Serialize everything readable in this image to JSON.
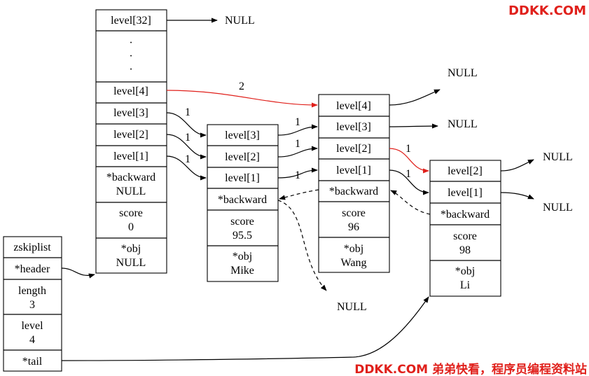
{
  "colors": {
    "line": "#000000",
    "highlight": "#e0201b",
    "watermark": "#e0201b"
  },
  "header_node": {
    "level32": "level[32]",
    "dots": "·",
    "level4": "level[4]",
    "level3": "level[3]",
    "level2": "level[2]",
    "level1": "level[1]",
    "backward": [
      "*backward",
      "NULL"
    ],
    "score": [
      "score",
      "0"
    ],
    "obj": [
      "*obj",
      "NULL"
    ]
  },
  "zskiplist": {
    "title": "zskiplist",
    "header": "*header",
    "length": [
      "length",
      "3"
    ],
    "level": [
      "level",
      "4"
    ],
    "tail": "*tail"
  },
  "node_mike": {
    "level3": "level[3]",
    "level2": "level[2]",
    "level1": "level[1]",
    "backward": "*backward",
    "score": [
      "score",
      "95.5"
    ],
    "obj": [
      "*obj",
      "Mike"
    ]
  },
  "node_wang": {
    "level4": "level[4]",
    "level3": "level[3]",
    "level2": "level[2]",
    "level1": "level[1]",
    "backward": "*backward",
    "score": [
      "score",
      "96"
    ],
    "obj": [
      "*obj",
      "Wang"
    ]
  },
  "node_li": {
    "level2": "level[2]",
    "level1": "level[1]",
    "backward": "*backward",
    "score": [
      "score",
      "98"
    ],
    "obj": [
      "*obj",
      "Li"
    ]
  },
  "null_label": "NULL",
  "spans": {
    "one": "1",
    "two": "2"
  },
  "watermark": {
    "top": "DDKK.COM",
    "bottom": "DDKK.COM 弟弟快看，程序员编程资料站"
  }
}
